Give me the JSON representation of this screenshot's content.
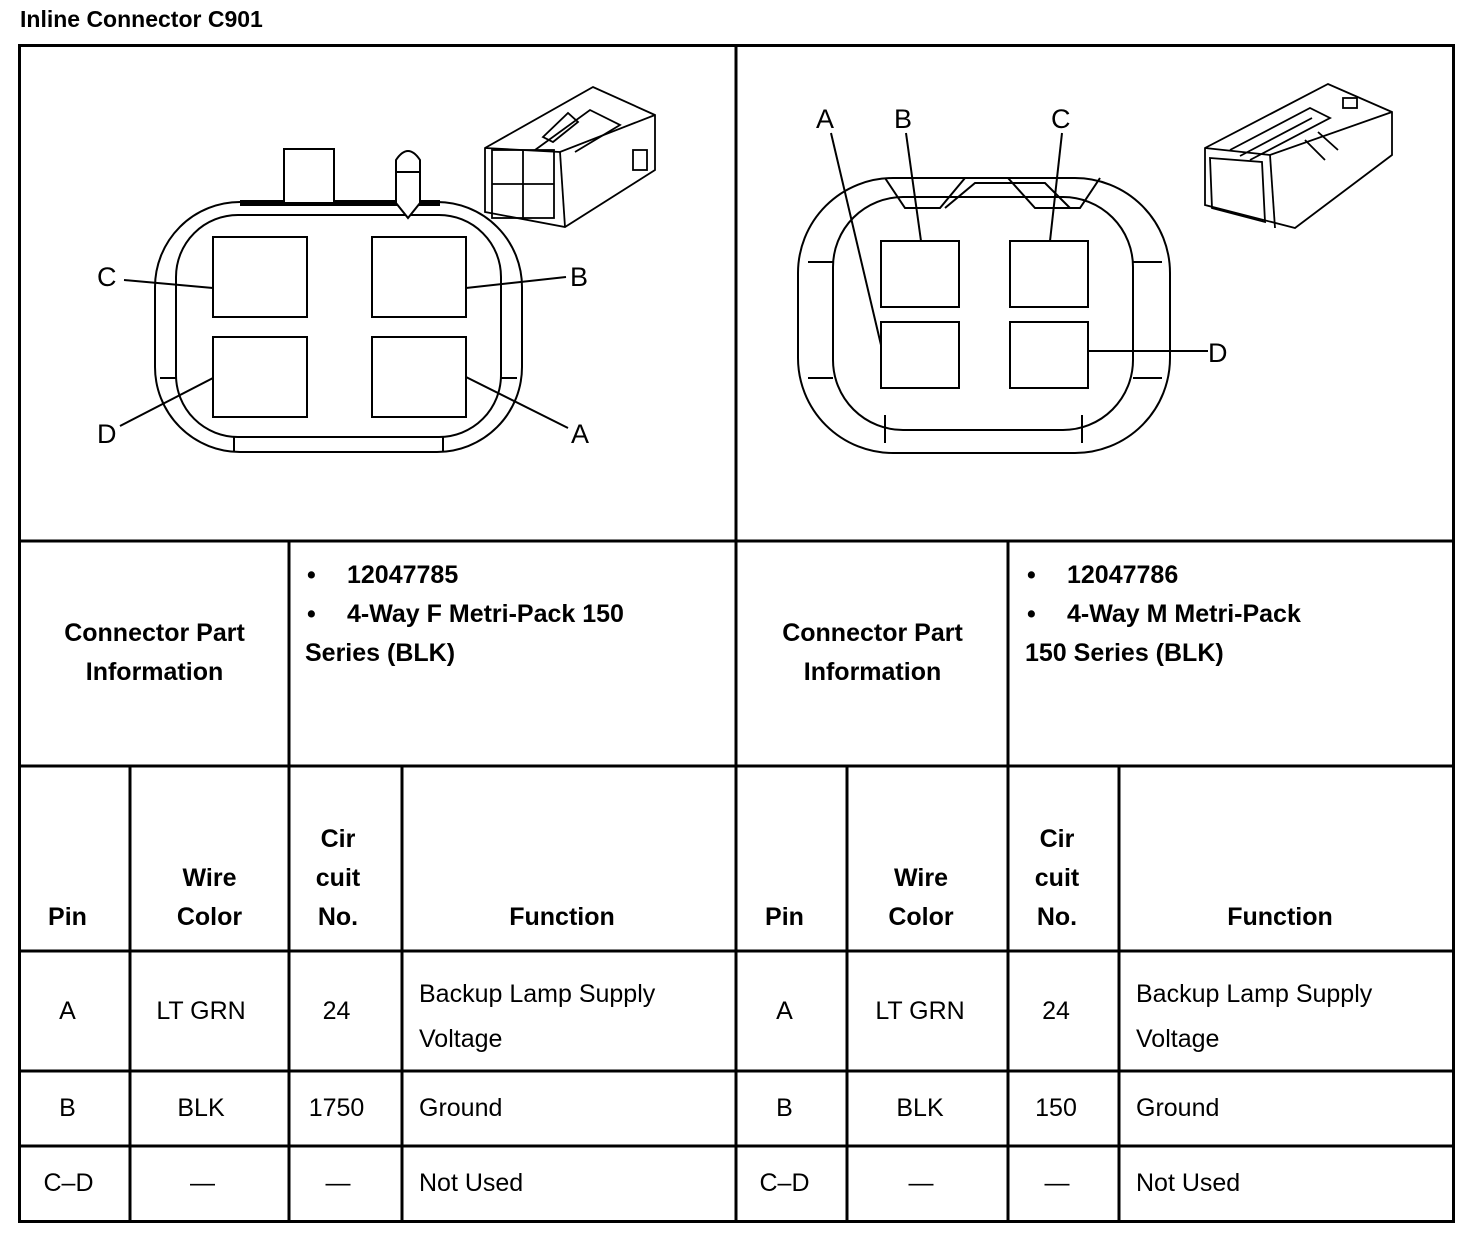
{
  "title": "Inline Connector C901",
  "connectors": [
    {
      "diagram_labels": {
        "a": "A",
        "b": "B",
        "c": "C",
        "d": "D"
      },
      "part_info_label": [
        "Connector Part",
        "Information"
      ],
      "part_number": "12047785",
      "part_desc": [
        "4-Way F Metri-Pack 150",
        "Series (BLK)"
      ],
      "columns": {
        "pin": "Pin",
        "wire": [
          "Wire",
          "Color"
        ],
        "circuit": [
          "Cir",
          "cuit",
          "No."
        ],
        "function": "Function"
      },
      "rows": [
        {
          "pin": "A",
          "wire": "LT GRN",
          "circuit": "24",
          "function": [
            "Backup Lamp Supply",
            "Voltage"
          ]
        },
        {
          "pin": "B",
          "wire": "BLK",
          "circuit": "1750",
          "function": [
            "Ground"
          ]
        },
        {
          "pin": "C–D",
          "wire": "—",
          "circuit": "—",
          "function": [
            "Not Used"
          ]
        }
      ]
    },
    {
      "diagram_labels": {
        "a": "A",
        "b": "B",
        "c": "C",
        "d": "D"
      },
      "part_info_label": [
        "Connector Part",
        "Information"
      ],
      "part_number": "12047786",
      "part_desc": [
        "4-Way M Metri-Pack",
        "150 Series (BLK)"
      ],
      "columns": {
        "pin": "Pin",
        "wire": [
          "Wire",
          "Color"
        ],
        "circuit": [
          "Cir",
          "cuit",
          "No."
        ],
        "function": "Function"
      },
      "rows": [
        {
          "pin": "A",
          "wire": "LT GRN",
          "circuit": "24",
          "function": [
            "Backup Lamp Supply",
            "Voltage"
          ]
        },
        {
          "pin": "B",
          "wire": "BLK",
          "circuit": "150",
          "function": [
            "Ground"
          ]
        },
        {
          "pin": "C–D",
          "wire": "—",
          "circuit": "—",
          "function": [
            "Not Used"
          ]
        }
      ]
    }
  ]
}
